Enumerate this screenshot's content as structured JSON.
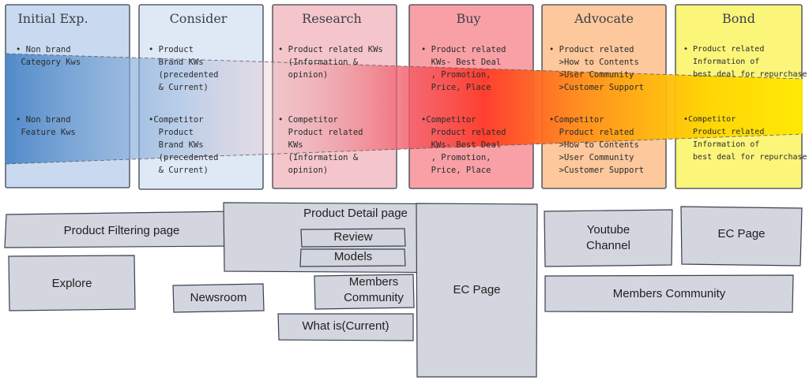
{
  "colors": {
    "initial": "#c9daf0",
    "consider": "#dfe8f5",
    "research": "#f4c6cb",
    "buy": "#f8a0a6",
    "advocate": "#fcc89c",
    "bond": "#fbf57a",
    "page_box": "#d3d6de",
    "outline": "#3a4150"
  },
  "stages": [
    {
      "title": "Initial Exp.",
      "b1": "• Non brand\n Category Kws",
      "b2": "• Non brand\n Feature Kws"
    },
    {
      "title": "Consider",
      "b1": "• Product\n  Brand KWs\n  (precedented\n  & Current)",
      "b2": "•Competitor\n  Product\n  Brand KWs\n  (precedented\n  & Current)"
    },
    {
      "title": "Research",
      "b1": "• Product related KWs\n  (Information &\n  opinion)",
      "b2": "• Competitor\n  Product related\n  KWs\n  (Information &\n  opinion)"
    },
    {
      "title": "Buy",
      "b1": "• Product related\n  KWs- Best Deal\n  , Promotion,\n  Price, Place",
      "b2": "•Competitor\n  Product related\n  KWs- Best Deal\n  , Promotion,\n  Price, Place"
    },
    {
      "title": "Advocate",
      "b1": "• Product related\n  >How to Contents\n  >User Community\n  >Customer Support",
      "b2": "•Competitor\n  Product related\n  >How to Contents\n  >User Community\n  >Customer Support"
    },
    {
      "title": "Bond",
      "b1": "• Product related\n  Information of\n  best deal for repurchase",
      "b2": "•Competitor\n  Product related\n  Information of\n  best deal for repurchase"
    }
  ],
  "pages": {
    "product_filtering": "Product Filtering page",
    "explore": "Explore",
    "product_detail": "Product Detail page",
    "review": "Review",
    "models": "Models",
    "newsroom": "Newsroom",
    "members_community_left": "Members\nCommunity",
    "what_is": "What is(Current)",
    "ec_page_center": "EC Page",
    "youtube": "Youtube\nChannel",
    "ec_page_right": "EC Page",
    "members_community_right": "Members Community"
  }
}
